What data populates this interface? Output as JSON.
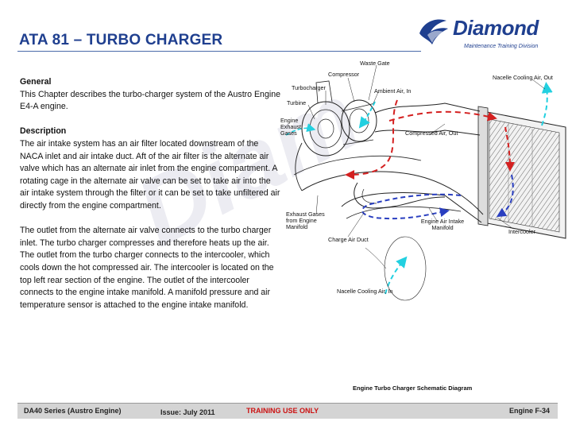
{
  "header": {
    "title": "ATA 81 – TURBO CHARGER",
    "logo_text": "Diamond",
    "logo_subtitle": "Maintenance Training Division"
  },
  "watermark_text": "Diam",
  "content": {
    "general_heading": "General",
    "general_text": "This Chapter describes the turbo-charger system of the Austro Engine E4-A engine.",
    "description_heading": "Description",
    "description_p1": "The air intake system has an air filter located downstream of the NACA inlet and air intake duct. Aft of the air filter is the alternate air valve which has an alternate air inlet from the engine compartment. A rotating cage in the alternate air valve can be set to take air into the air intake system through the filter or it can be set to take unfiltered air directly from the engine compartment.",
    "description_p2": "The outlet from the alternate air valve connects to the turbo charger inlet. The turbo charger compresses and therefore heats up the air. The outlet from the turbo charger connects to the intercooler, which cools down the hot compressed air. The intercooler is located on the top left rear section of the engine. The outlet of the intercooler connects to the engine intake manifold. A manifold pressure and air temperature sensor is attached to the engine intake manifold."
  },
  "diagram": {
    "labels": {
      "waste_gate": "Waste Gate",
      "compressor": "Compressor",
      "turbocharger": "Turbocharger",
      "ambient_air_in": "Ambient Air, In",
      "turbine": "Turbine",
      "engine_exhaust_gases": "Engine Exhaust Gases",
      "nacelle_cooling_out": "Nacelle Cooling Air, Out",
      "compressed_air_out": "Compressed Air, Out",
      "exhaust_gases_manifold": "Exhaust Gases from Engine Manifold",
      "engine_air_intake_manifold": "Engine Air Intake Manifold",
      "charge_air_duct": "Charge Air Duct",
      "intercooler": "Intercooler",
      "nacelle_cooling_in": "Nacelle Cooling Air, In"
    },
    "caption": "Engine Turbo Charger Schematic Diagram",
    "colors": {
      "hot": "#d42020",
      "cool": "#2a3fc0",
      "ambient": "#22d0e0"
    }
  },
  "footer": {
    "left": "DA40 Series (Austro Engine)",
    "issue": "Issue: July 2011",
    "training": "TRAINING USE ONLY",
    "right": "Engine F-34"
  }
}
